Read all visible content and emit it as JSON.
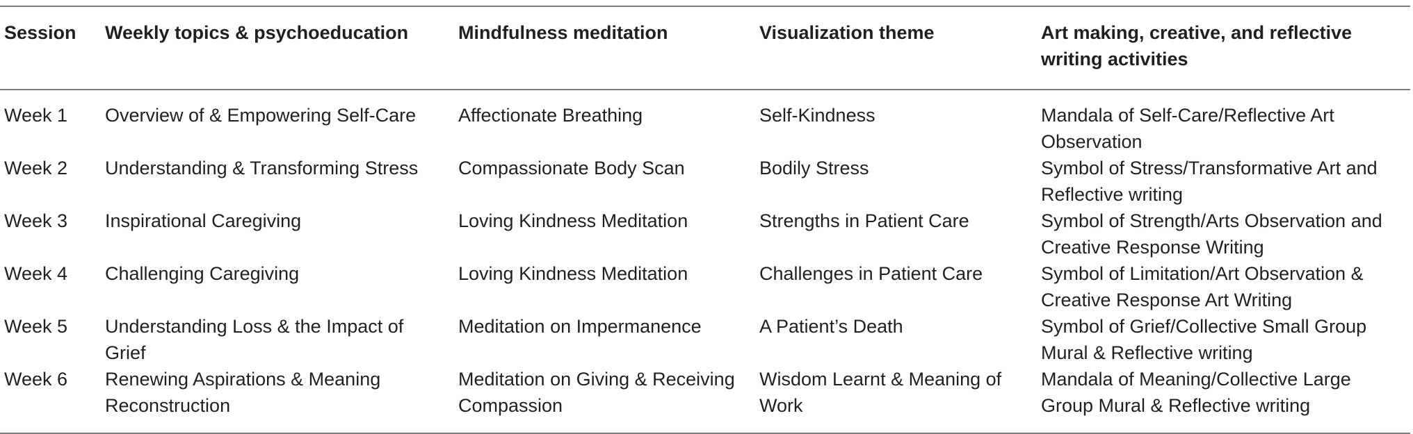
{
  "table": {
    "headers": [
      "Session",
      "Weekly topics & psychoeducation",
      "Mindfulness meditation",
      "Visualization theme",
      "Art making, creative, and reflective writing activities"
    ],
    "rows": [
      [
        "Week 1",
        "Overview of & Empowering Self-Care",
        "Affectionate Breathing",
        "Self-Kindness",
        "Mandala of Self-Care/Reflective Art Observation"
      ],
      [
        "Week 2",
        "Understanding & Transforming Stress",
        "Compassionate Body Scan",
        "Bodily Stress",
        "Symbol of Stress/Transformative Art and Reflective writing"
      ],
      [
        "Week 3",
        "Inspirational Caregiving",
        "Loving Kindness Meditation",
        "Strengths in Patient Care",
        "Symbol of Strength/Arts Observation and Creative Response Writing"
      ],
      [
        "Week 4",
        "Challenging Caregiving",
        "Loving Kindness Meditation",
        "Challenges in Patient Care",
        "Symbol of Limitation/Art Observation & Creative Response Art Writing"
      ],
      [
        "Week 5",
        "Understanding Loss & the Impact of Grief",
        "Meditation on Impermanence",
        "A Patient’s Death",
        "Symbol of Grief/Collective Small Group Mural & Reflective writing"
      ],
      [
        "Week 6",
        "Renewing Aspirations & Meaning Reconstruction",
        "Meditation on Giving & Receiving Compassion",
        "Wisdom Learnt & Meaning of Work",
        "Mandala of Meaning/Collective Large Group Mural & Reflective writing"
      ]
    ]
  }
}
